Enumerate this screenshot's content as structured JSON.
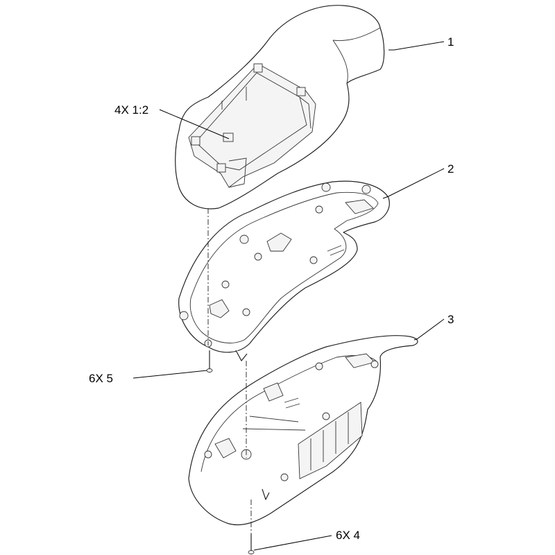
{
  "callouts": {
    "part1": "1",
    "part2": "2",
    "part3": "3",
    "detail": "4X 1:2",
    "screws5": "6X 5",
    "screws4": "6X 4"
  }
}
